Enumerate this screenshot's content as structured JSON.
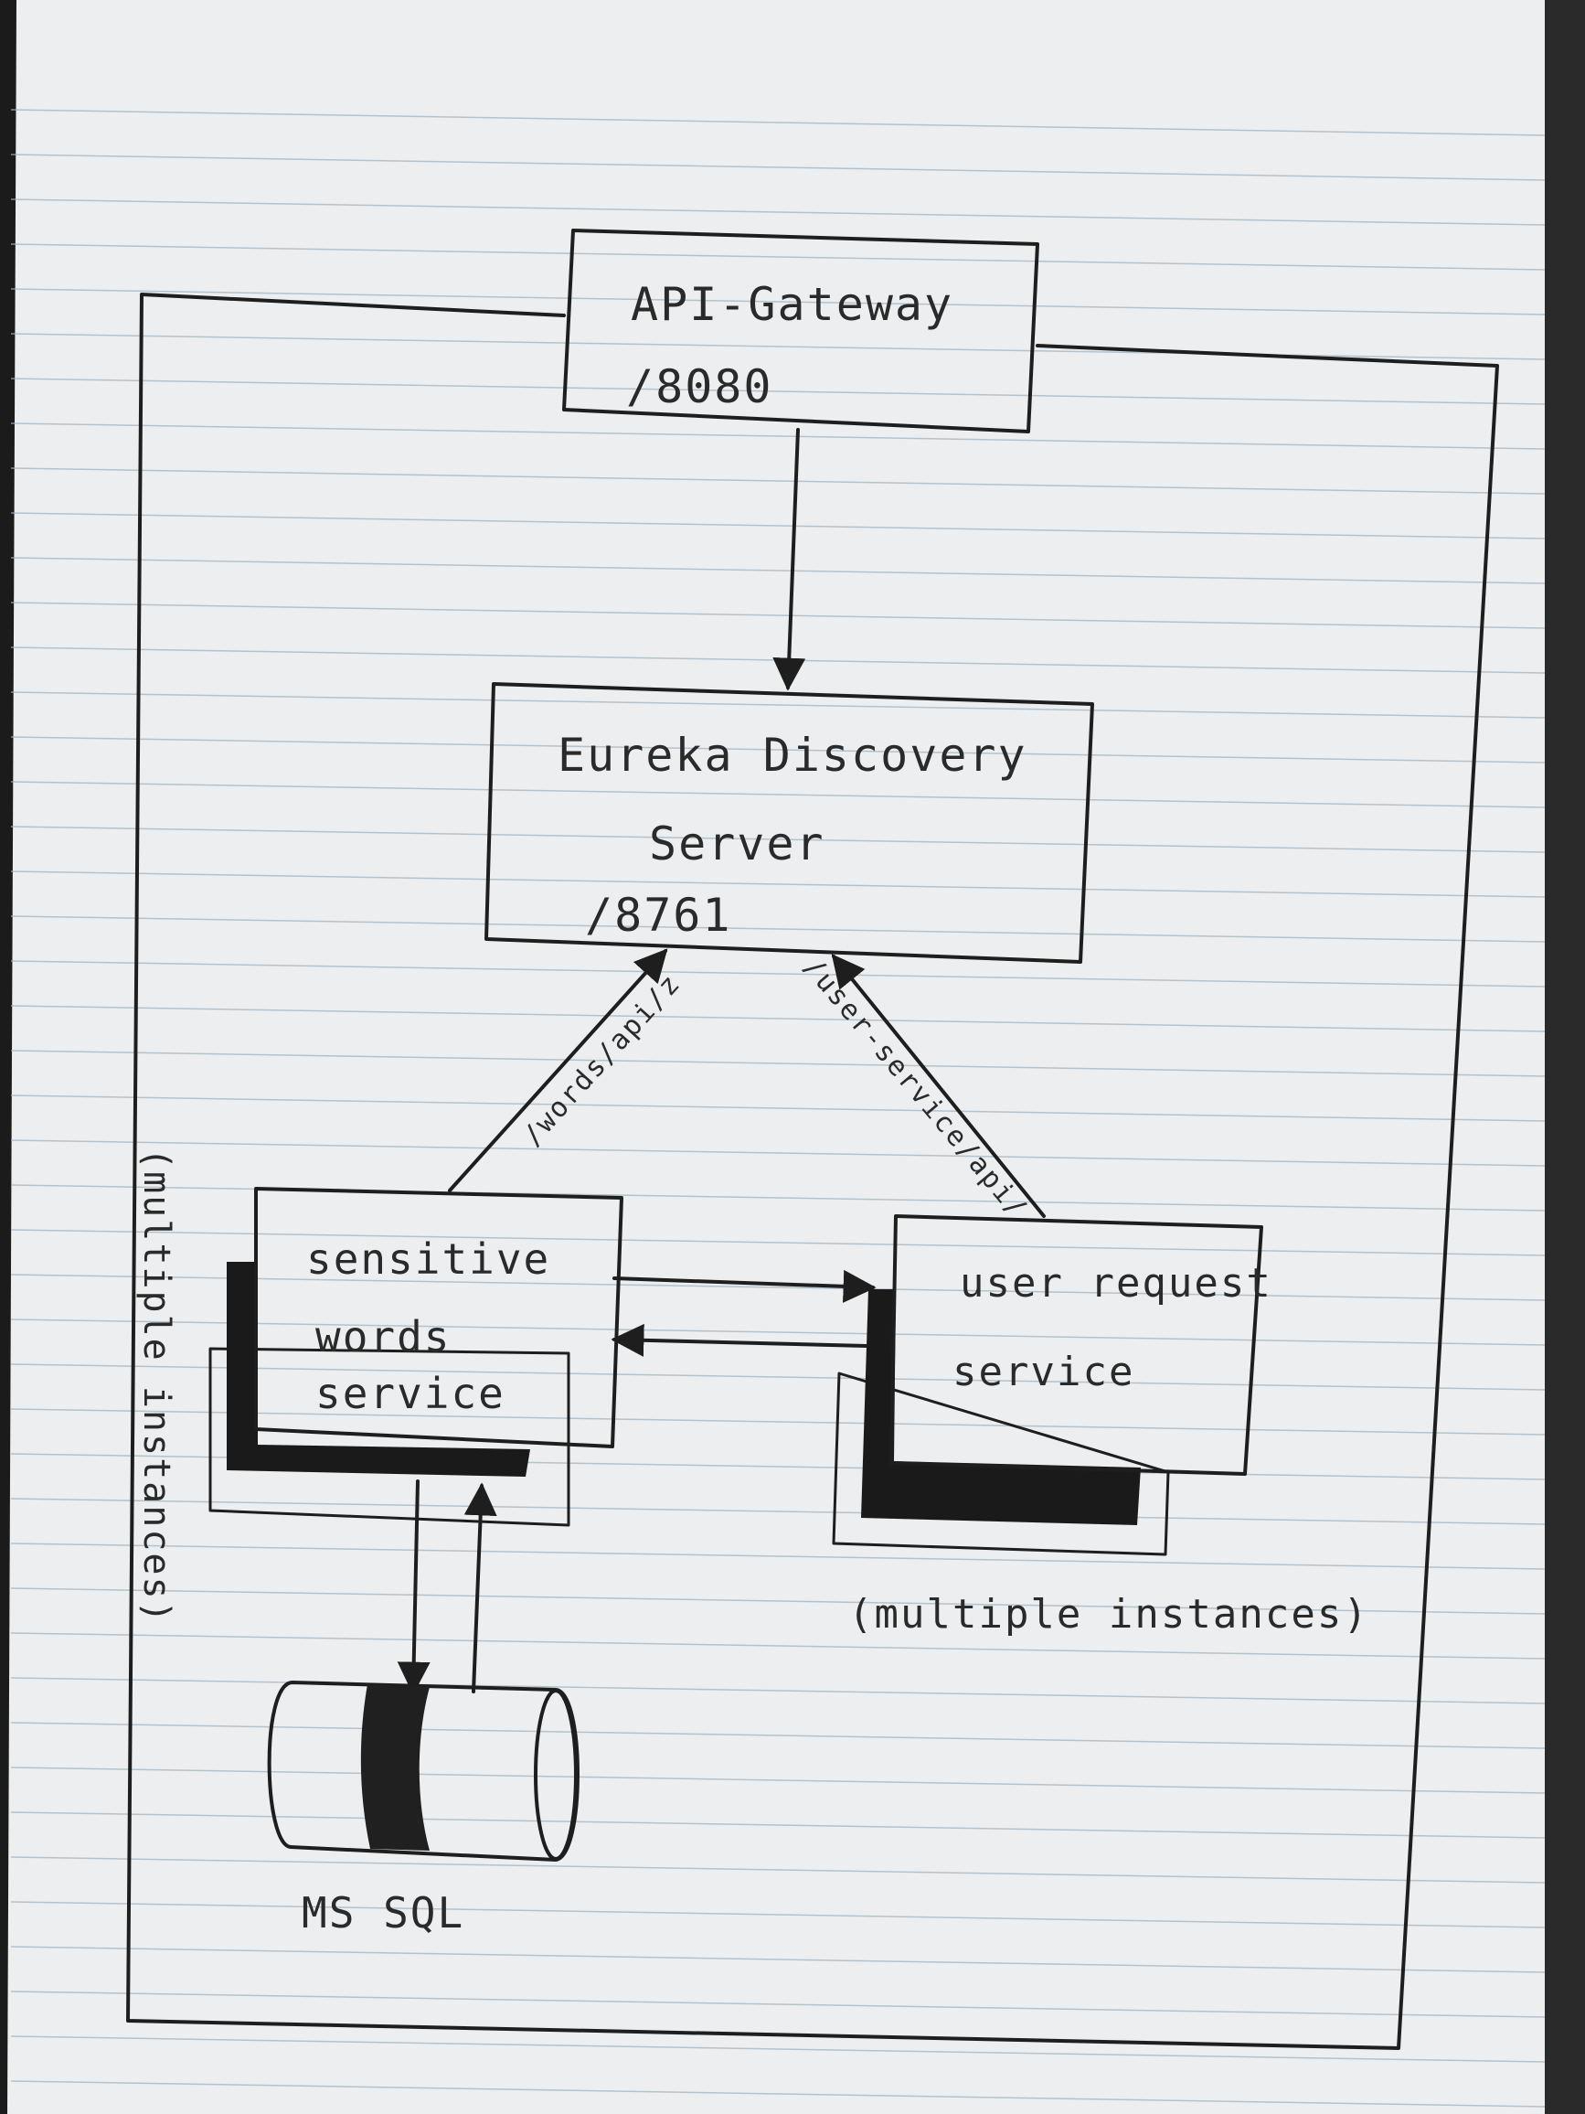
{
  "diagram": {
    "colors": {
      "paper": "#eceeef",
      "rule_line": "#9fb4c3",
      "ink": "#1e1e1e",
      "background": "#1b1b1b"
    },
    "nodes": {
      "api_gateway": {
        "name": "API-Gateway",
        "port": "/8080"
      },
      "eureka_server": {
        "name_line1": "Eureka Discovery",
        "name_line2": "Server",
        "port": "/8761"
      },
      "sensitive_words_service": {
        "line1": "sensitive",
        "line2": "words",
        "line3": "service"
      },
      "user_request_service": {
        "line1": "user request",
        "line2": "service"
      },
      "database": {
        "name": "MS SQL"
      }
    },
    "edge_labels": {
      "words_route": "/words/api/z",
      "user_route": "/user-service/api/"
    },
    "notes": {
      "left_instances": "(multiple instances)",
      "right_instances": "(multiple instances)"
    }
  }
}
